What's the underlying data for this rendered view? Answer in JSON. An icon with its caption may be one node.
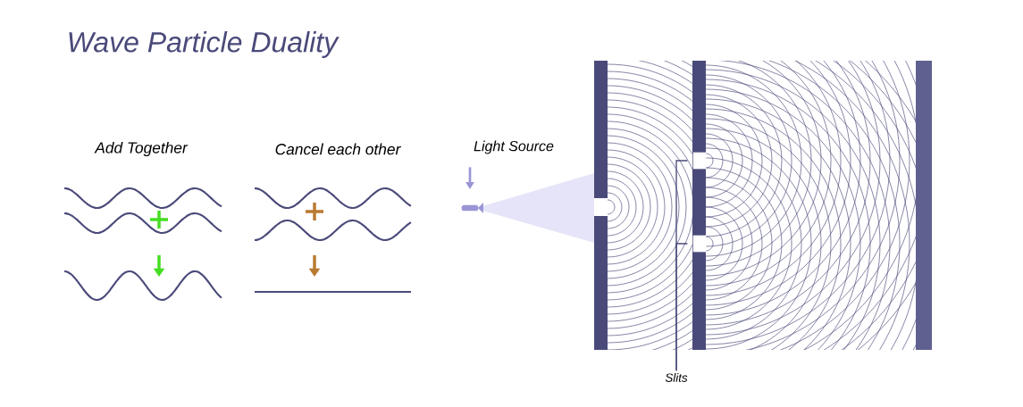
{
  "diagram": {
    "title": "Wave Particle Duality",
    "nodes": [
      {
        "text": [
          "Light Source"
        ]
      },
      {
        "text": [],
        "shape": "picture"
      },
      {
        "text": [
          "Slits"
        ]
      },
      {
        "text": [],
        "shape": "box"
      },
      {
        "text": [],
        "shape": "box"
      }
    ],
    "edges": [
      {
        "from": 0,
        "to": 1,
        "arrow": "to",
        "color": "#9b95d6"
      },
      {
        "from": 2,
        "to": 3,
        "arrow": "none"
      },
      {
        "from": 2,
        "to": 4,
        "arrow": "none"
      }
    ],
    "labels": [
      "Add Together",
      "Cancel each other"
    ]
  }
}
